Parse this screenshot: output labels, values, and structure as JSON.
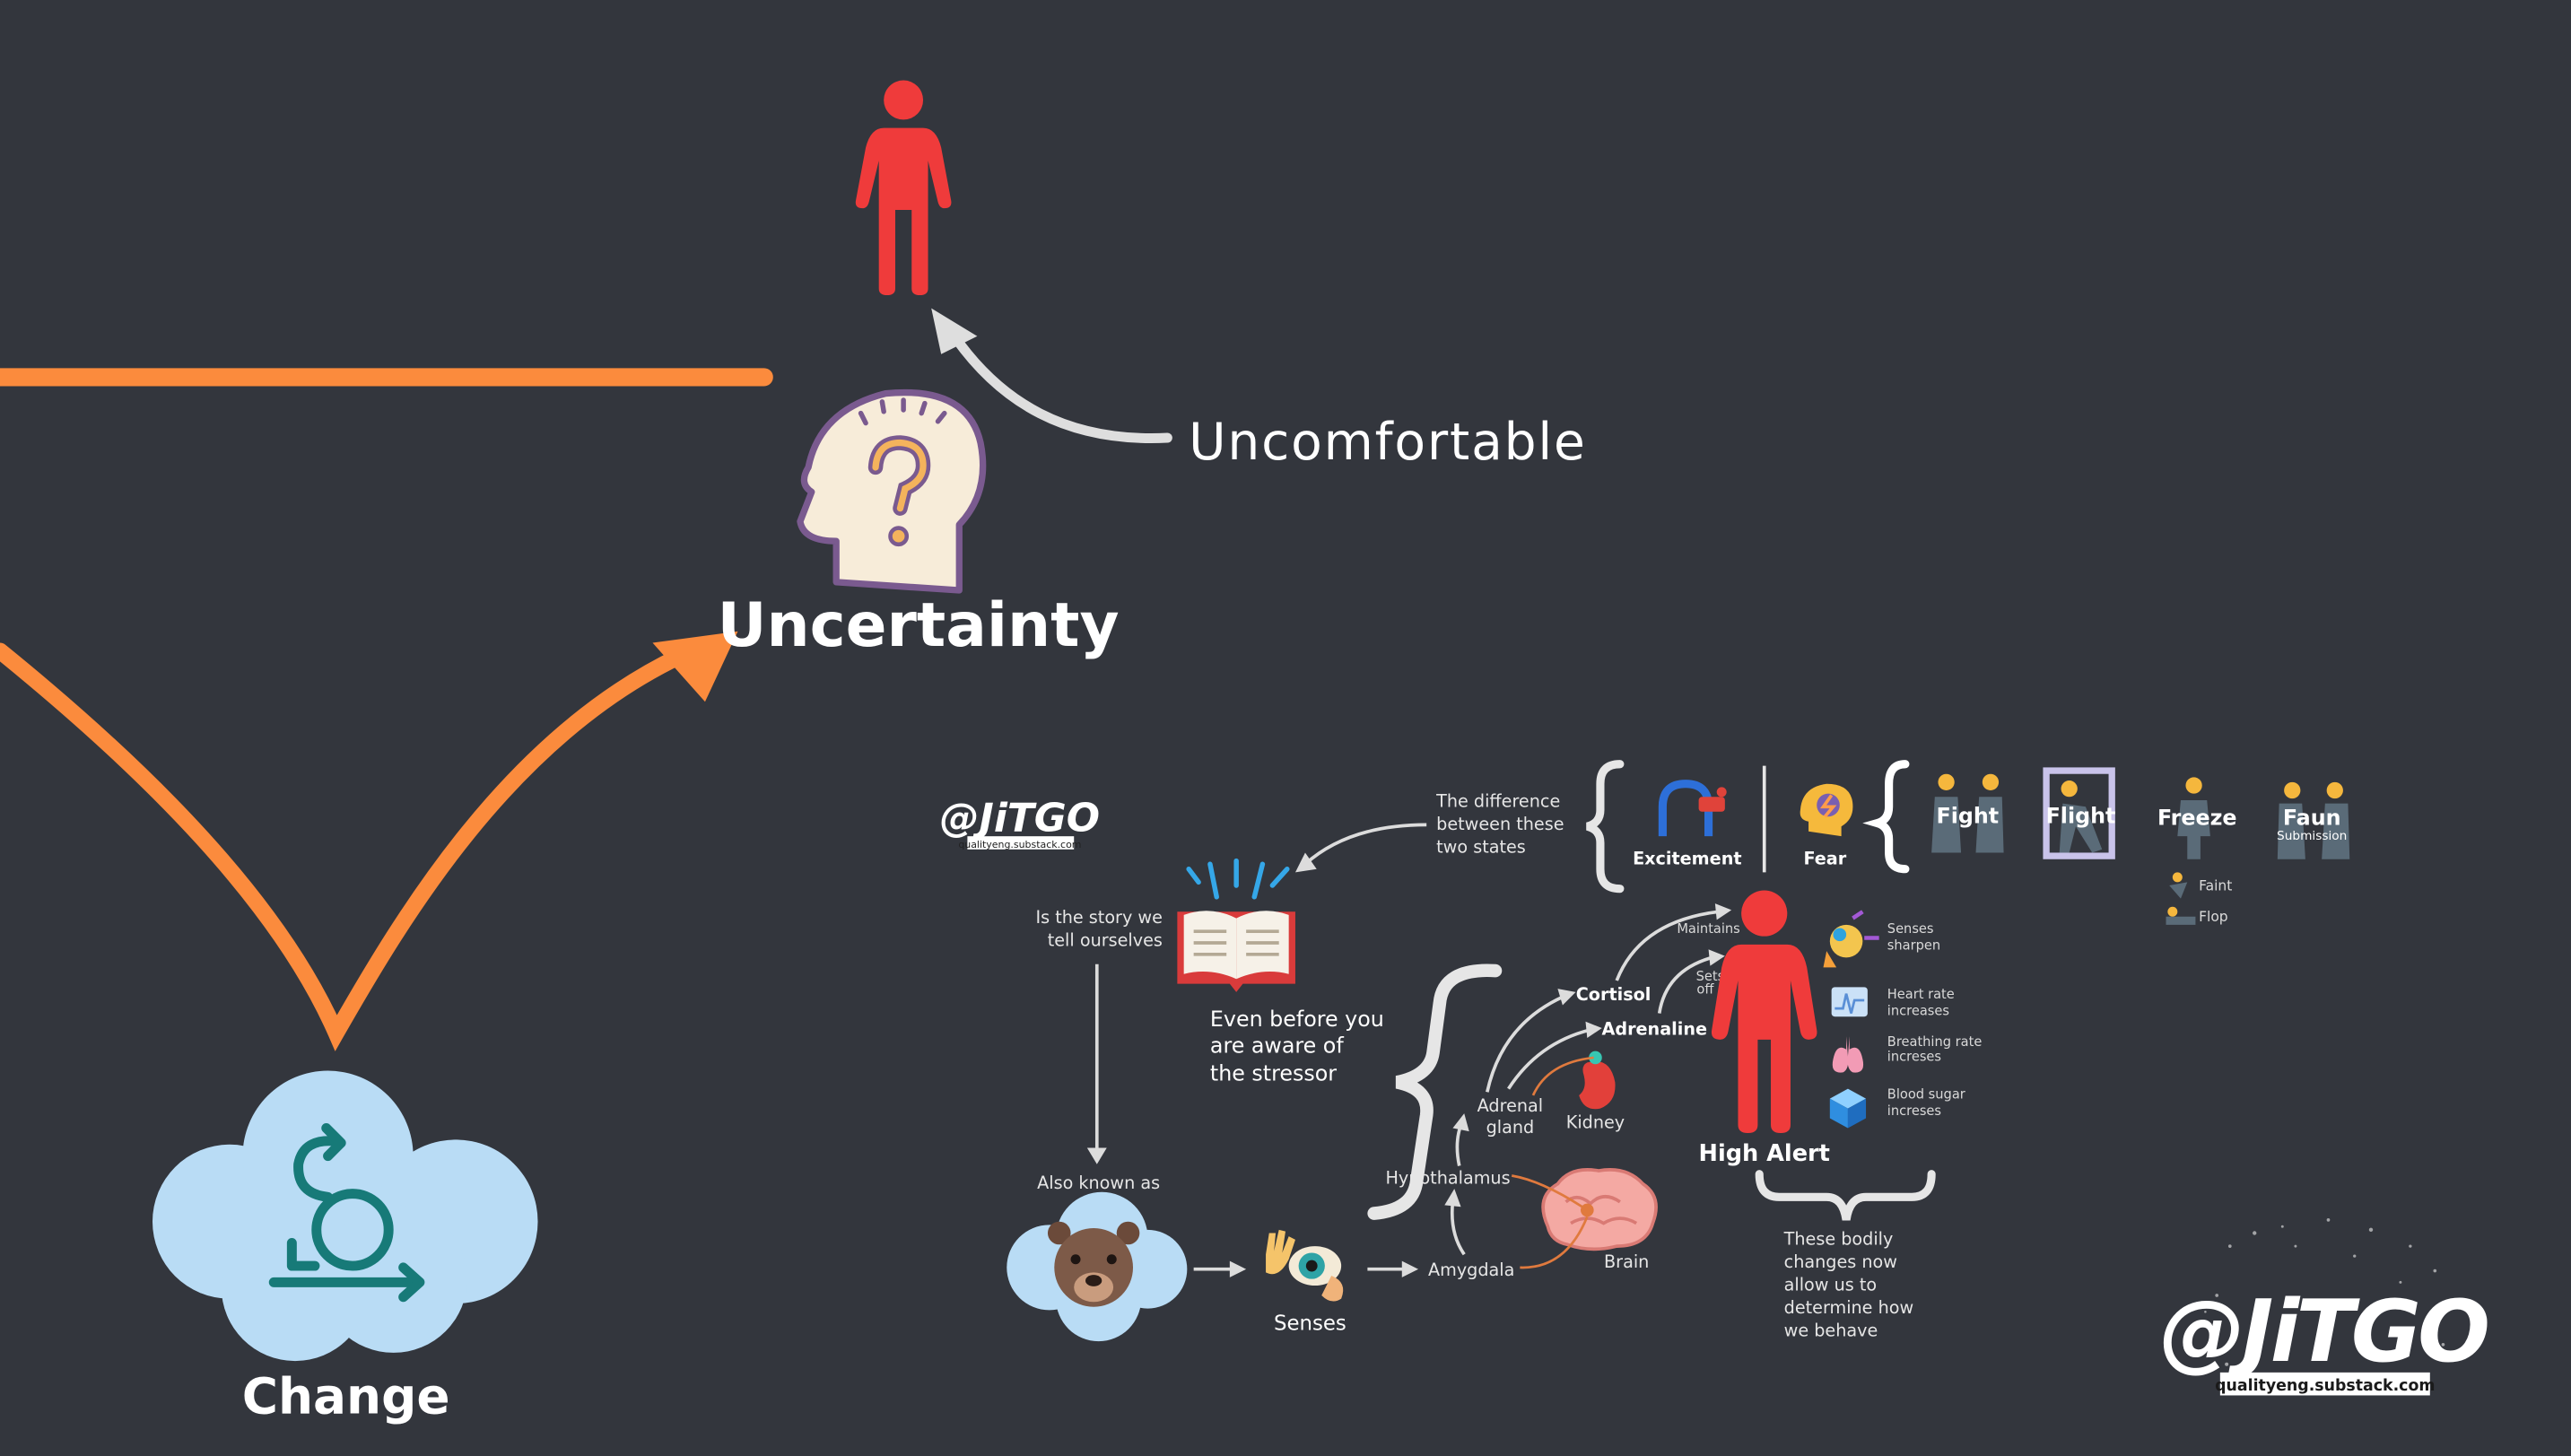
{
  "main": {
    "uncomfortable": "Uncomfortable",
    "uncertainty": "Uncertainty",
    "change": "Change"
  },
  "detail": {
    "story_line1": "Is the story we",
    "story_line2": "tell ourselves",
    "also_known_as": "Also known as",
    "difference_line1": "The difference",
    "difference_line2": "between these",
    "difference_line3": "two states",
    "excitement": "Excitement",
    "fear": "Fear",
    "fight": "Fight",
    "flight": "Flight",
    "freeze": "Freeze",
    "faun": "Faun",
    "faun_sub": "Submission",
    "faint": "Faint",
    "flop": "Flop",
    "aware_line1": "Even before you",
    "aware_line2": "are aware of",
    "aware_line3": "the stressor",
    "maintains": "Maintains",
    "sets_off_line1": "Sets",
    "sets_off_line2": "off",
    "cortisol": "Cortisol",
    "adrenaline": "Adrenaline",
    "adrenal_line1": "Adrenal",
    "adrenal_line2": "gland",
    "kidney": "Kidney",
    "hypothalamus": "Hypothalamus",
    "amygdala": "Amygdala",
    "brain": "Brain",
    "senses": "Senses",
    "high_alert": "High Alert",
    "effects": [
      {
        "line1": "Senses",
        "line2": "sharpen"
      },
      {
        "line1": "Heart rate",
        "line2": "increases"
      },
      {
        "line1": "Breathing rate",
        "line2": "increses"
      },
      {
        "line1": "Blood sugar",
        "line2": "increses"
      }
    ],
    "bodily_line1": "These bodily",
    "bodily_line2": "changes now",
    "bodily_line3": "allow us to",
    "bodily_line4": "determine how",
    "bodily_line5": "we behave"
  },
  "logo": {
    "handle": "@JiTGO",
    "url": "qualityeng.substack.com",
    "small_handle": "@JiTGO",
    "small_url": "qualityeng.substack.com"
  },
  "colors": {
    "background": "#33363d",
    "orange": "#fb8b3d",
    "red_person": "#ef3b3b",
    "cloud": "#b9dcf5",
    "teal_icon": "#177a78"
  }
}
